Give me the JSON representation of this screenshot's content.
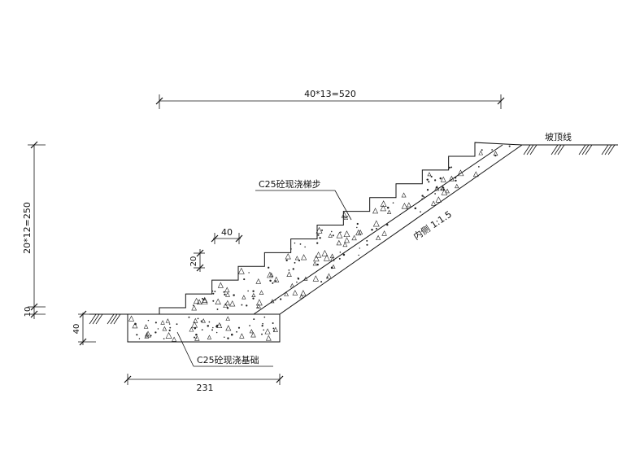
{
  "dimensions": {
    "top_width": "40*13=520",
    "left_height": "20*12=250",
    "base_thickness": "10",
    "step_width": "40",
    "step_height": "20",
    "foundation_height": "40",
    "foundation_width": "231"
  },
  "labels": {
    "steps_material": "C25砼现浇梯步",
    "foundation_material": "C25砼现浇基础",
    "slope_ratio": "内侧  1:1.5",
    "top_line": "坡顶线"
  },
  "drawing": {
    "step_count": 12,
    "line_color": "#111111"
  }
}
